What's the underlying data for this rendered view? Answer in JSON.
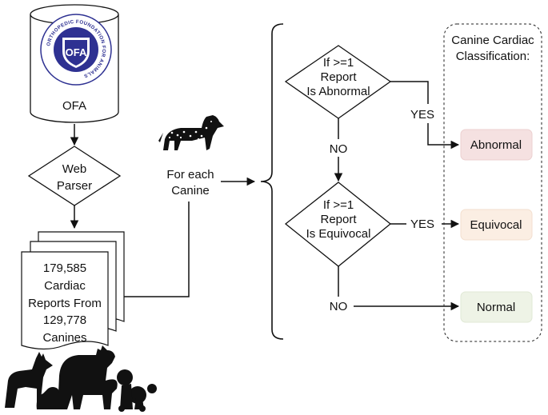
{
  "database": {
    "label": "OFA",
    "logo_ring_text": "ORTHOPEDIC FOUNDATION FOR ANIMALS",
    "logo_center_text": "OFA"
  },
  "parser": {
    "line1": "Web",
    "line2": "Parser"
  },
  "reports": {
    "lines": [
      "179,585",
      "Cardiac",
      "Reports From",
      "129,778",
      "Canines"
    ]
  },
  "loop": {
    "line1": "For each",
    "line2": "Canine"
  },
  "decision_abnormal": {
    "lines": [
      "If >=1",
      "Report",
      "Is Abnormal"
    ]
  },
  "decision_equivocal": {
    "lines": [
      "If >=1",
      "Report",
      "Is Equivocal"
    ]
  },
  "edges": {
    "yes1": "YES",
    "no1": "NO",
    "yes2": "YES",
    "no2": "NO"
  },
  "classification": {
    "title_line1": "Canine Cardiac",
    "title_line2": "Classification:",
    "abnormal": "Abnormal",
    "equivocal": "Equivocal",
    "normal": "Normal"
  },
  "colors": {
    "abnormal_fill": "#f5e1e1",
    "equivocal_fill": "#fbeee3",
    "normal_fill": "#eef3e6",
    "logo_blue": "#2e3192"
  },
  "icons": [
    "dalmatian-icon",
    "dog-group-icon"
  ]
}
